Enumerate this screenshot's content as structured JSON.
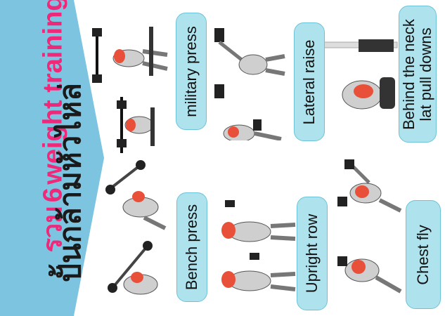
{
  "title": {
    "line1_prefix": "รวม",
    "line1_number": "6",
    "line1_suffix": "weight training",
    "line2": "ปั้นกล้ามหัวไหล่"
  },
  "exercises": [
    {
      "label": "military press"
    },
    {
      "label": "Lateral raise"
    },
    {
      "label": "Behind the neck lat pull downs",
      "line1": "Behind the neck",
      "line2": "lat pull downs"
    },
    {
      "label": "Bench press"
    },
    {
      "label": "Upright row"
    },
    {
      "label": "Chest fly"
    }
  ],
  "colors": {
    "banner": "#7cc4e0",
    "pill_fill": "#aee3ee",
    "pill_border": "#6cc3d8",
    "title_accent": "#f0287a",
    "muscle_highlight": "#e8503a"
  }
}
